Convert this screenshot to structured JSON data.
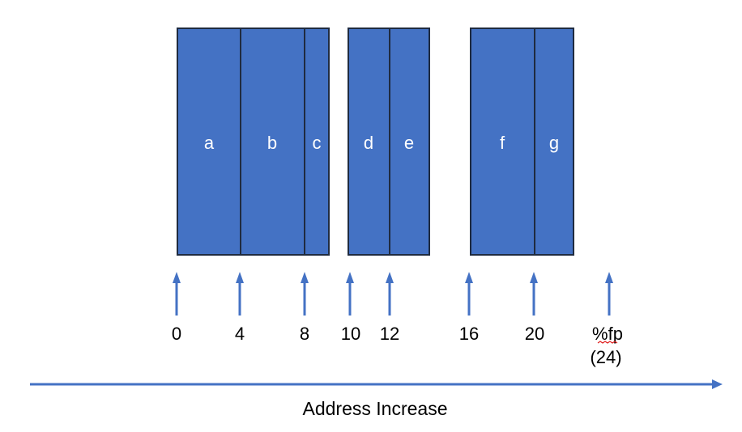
{
  "colors": {
    "block_fill": "#4472C4",
    "block_border": "#1F2B40",
    "arrow": "#4472C4",
    "highlight_text": "#FF0000",
    "text": "#000000",
    "cell_text": "#FFFFFF",
    "squiggle": "#E02020"
  },
  "blocks": [
    {
      "cells": [
        {
          "label": "a"
        },
        {
          "label": "b"
        },
        {
          "label": "c"
        }
      ]
    },
    {
      "cells": [
        {
          "label": "d"
        },
        {
          "label": "e"
        }
      ]
    },
    {
      "cells": [
        {
          "label": "f"
        },
        {
          "label": "g"
        }
      ]
    }
  ],
  "markers": [
    {
      "label": "0",
      "highlight": false
    },
    {
      "label": "4",
      "highlight": false
    },
    {
      "label": "8",
      "highlight": false
    },
    {
      "label": "10",
      "highlight": true
    },
    {
      "label": "12",
      "highlight": false
    },
    {
      "label": "16",
      "highlight": false
    },
    {
      "label": "20",
      "highlight": false
    },
    {
      "label": "%fp",
      "label2": "(24)",
      "highlight": false,
      "spellcheck": true
    }
  ],
  "axis": {
    "label": "Address Increase",
    "arrow_icon": "arrow-right-icon"
  }
}
